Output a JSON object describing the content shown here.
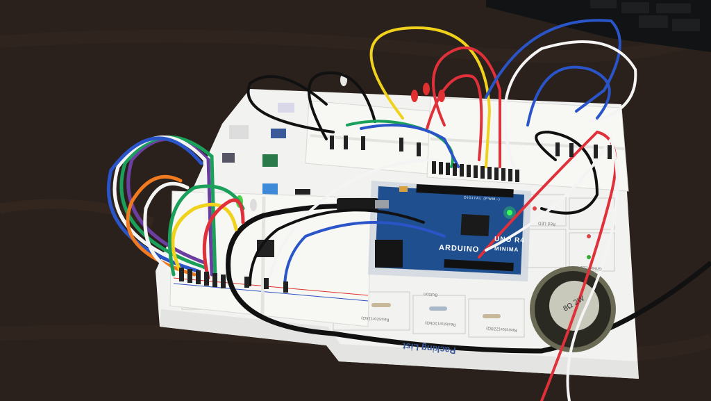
{
  "scene": {
    "board_brand": "ARDUINO",
    "board_model": "UNO R4",
    "board_variant": "MINIMA",
    "board_header_text": "DIGITAL (PWM~)",
    "speaker_marking": "8Ω 2W",
    "kit_sheet_title": "Packing List",
    "sheet_labels": [
      "Resistor(220Ω)",
      "Resistor(10kΩ)",
      "Resistor(1kΩ)",
      "Button",
      "Red LED",
      "Green LED"
    ],
    "colors": {
      "table": "#2b211c",
      "sheet": "#f2f2f0",
      "breadboard": "#f7f7f4",
      "arduino": "#1f4f8f",
      "wire_red": "#e0303a",
      "wire_yellow": "#f0d21c",
      "wire_blue": "#2a55c8",
      "wire_green": "#1aa05a",
      "wire_white": "#f4f4f4",
      "wire_black": "#161616",
      "wire_purple": "#6b3fa0",
      "wire_orange": "#f07a20"
    }
  }
}
